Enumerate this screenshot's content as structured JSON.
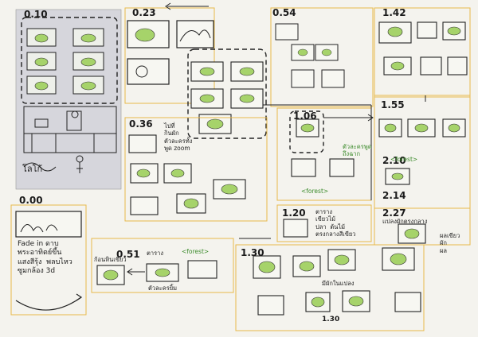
{
  "timestamps": {
    "t_0_10": "0.10",
    "t_0_23": "0.23",
    "t_0_54": "0.54",
    "t_1_42": "1.42",
    "t_0_36": "0.36",
    "t_1_06": "1.06",
    "t_1_55": "1.55",
    "t_2_10": "2.10",
    "t_2_14": "2.14",
    "t_2_27": "2.27",
    "t_0_00": "0.00",
    "t_1_20": "1.20",
    "t_0_51": "0.51",
    "t_1_30": "1.30",
    "t_1_30b": "1.30"
  },
  "notes": {
    "intro_lines": "Fade in ดาบ\nพระอาทิตย์ขึ้น\nแสงสีรุ้ง  พลบไหว\nซูมกล้อง 3d",
    "logo_text": "โลโก้",
    "note_0_36": "ไปที่\nกินผัก\nตัวละครทั้ง\nพูด zoom",
    "note_1_20": "ตาราง\nเขียวไม้\nปลา  ต้นไม้\nตรงกลางสีเขียว",
    "note_0_51": "ตาราง",
    "note_1_06_green": "ตัวละครพูด\nถึงฉาก",
    "note_forest": "<forest>",
    "note_forest2": "<forest>",
    "note_forest3": "<forest>",
    "note_scene_caption1": "ก้อนหินเขียว",
    "note_scene_caption2": "ตัวละครยิ้ม",
    "note_scene_caption3": "มีผักในแปลง",
    "note_2_27_caption": "แปลงผักตรงกลาง",
    "note_side": "ผลเขียว\nผัก\nผล"
  },
  "colors": {
    "ink": "#1b1b1b",
    "highlight": "#e8b94a",
    "blob": "#a6d36a",
    "blob_dark": "#5c8f2a",
    "green_note": "#3a8a2a",
    "paper": "#f4f3ee",
    "grey_panel": "#d6d6dc"
  }
}
